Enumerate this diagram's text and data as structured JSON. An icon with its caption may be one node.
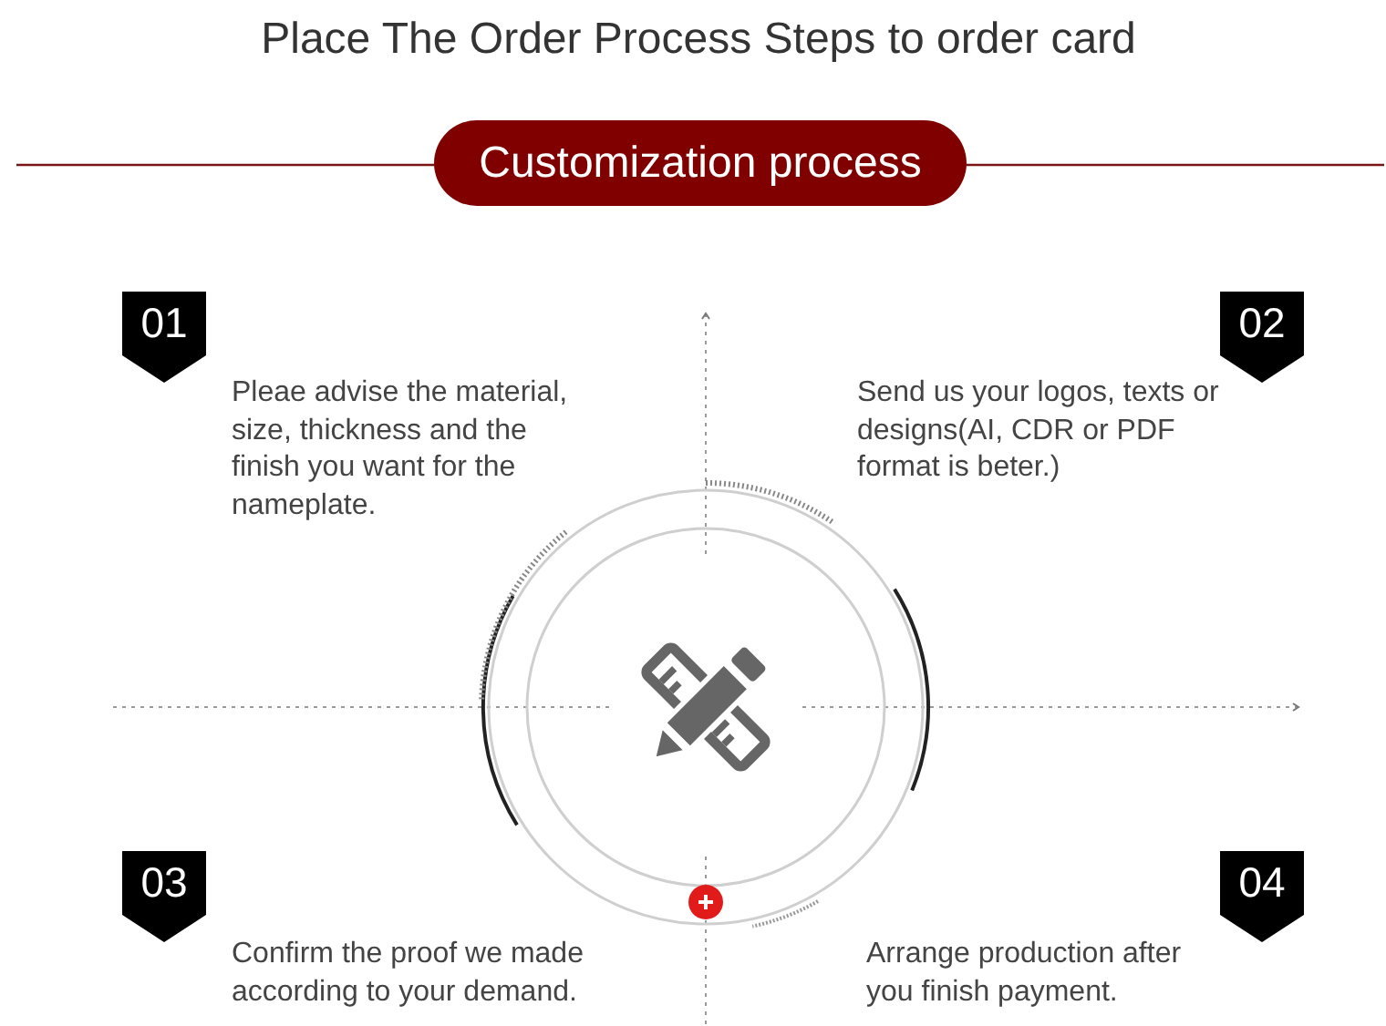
{
  "diagram": {
    "title": "Place The Order Process Steps to order card",
    "nodes": [
      {
        "text": [
          "Customization process"
        ]
      },
      {
        "text": [
          "01"
        ],
        "beside": [
          "Pleae advise the material, size, thickness and the finish you want for the nameplate."
        ]
      },
      {
        "text": [
          "02"
        ],
        "beside": [
          "Send us your logos, texts or designs(AI, CDR or PDF format is beter.)"
        ]
      },
      {
        "text": [
          "03"
        ],
        "beside": [
          "Confirm the proof we made according to your demand."
        ]
      },
      {
        "text": [
          "04"
        ],
        "beside": [
          "Arrange production after you finish payment."
        ]
      }
    ]
  }
}
